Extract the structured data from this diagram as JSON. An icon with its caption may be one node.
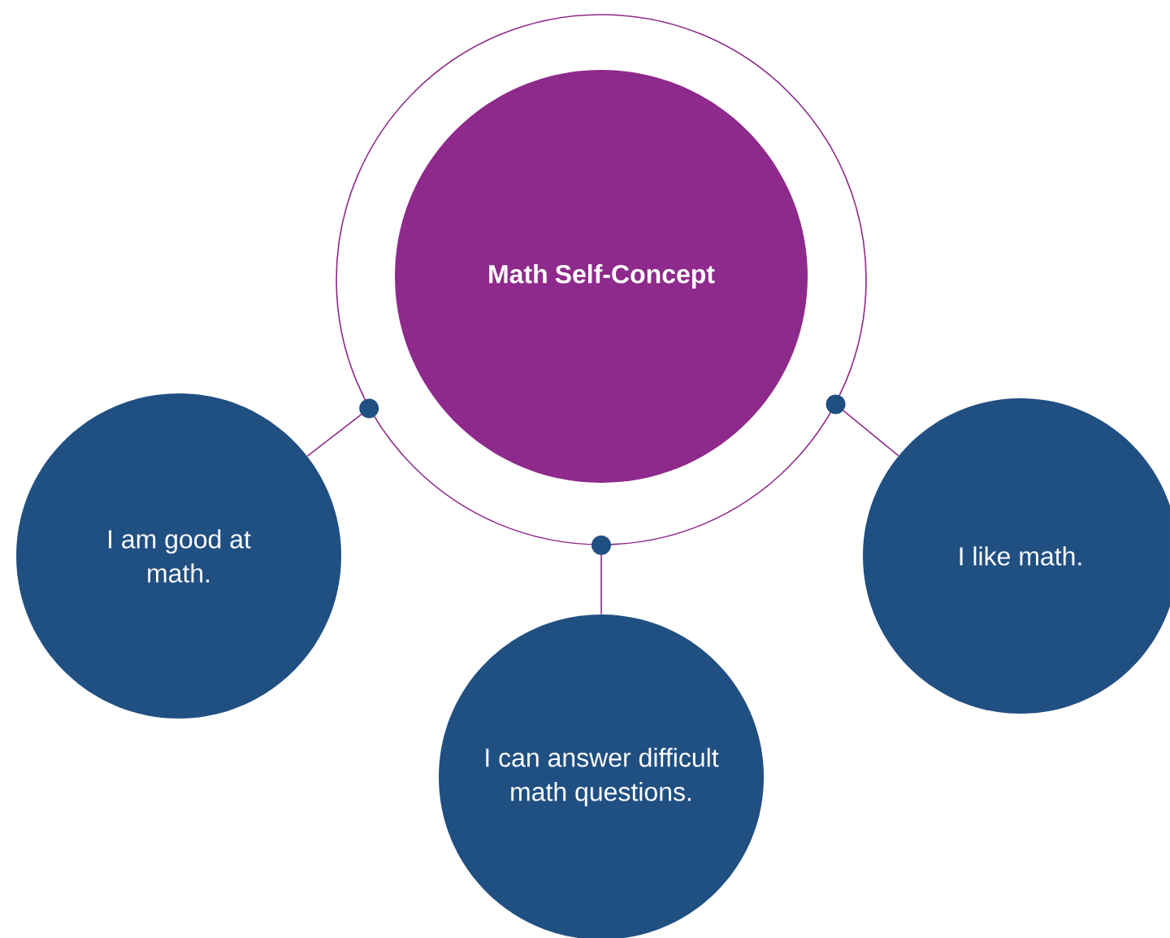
{
  "diagram": {
    "nodes": [
      {
        "text": [],
        "shape": "circle"
      },
      {
        "text": [
          "Math Self-Concept"
        ],
        "in": 0
      },
      {
        "text": [
          "I am good at math."
        ]
      },
      {
        "text": [
          "I can answer difficult math questions."
        ]
      },
      {
        "text": [
          "I like math."
        ]
      }
    ],
    "edges": [
      {
        "from": 0,
        "to": 2,
        "arrow": "other"
      },
      {
        "from": 0,
        "to": 3,
        "arrow": "other"
      },
      {
        "from": 0,
        "to": 4,
        "arrow": "other"
      }
    ]
  }
}
